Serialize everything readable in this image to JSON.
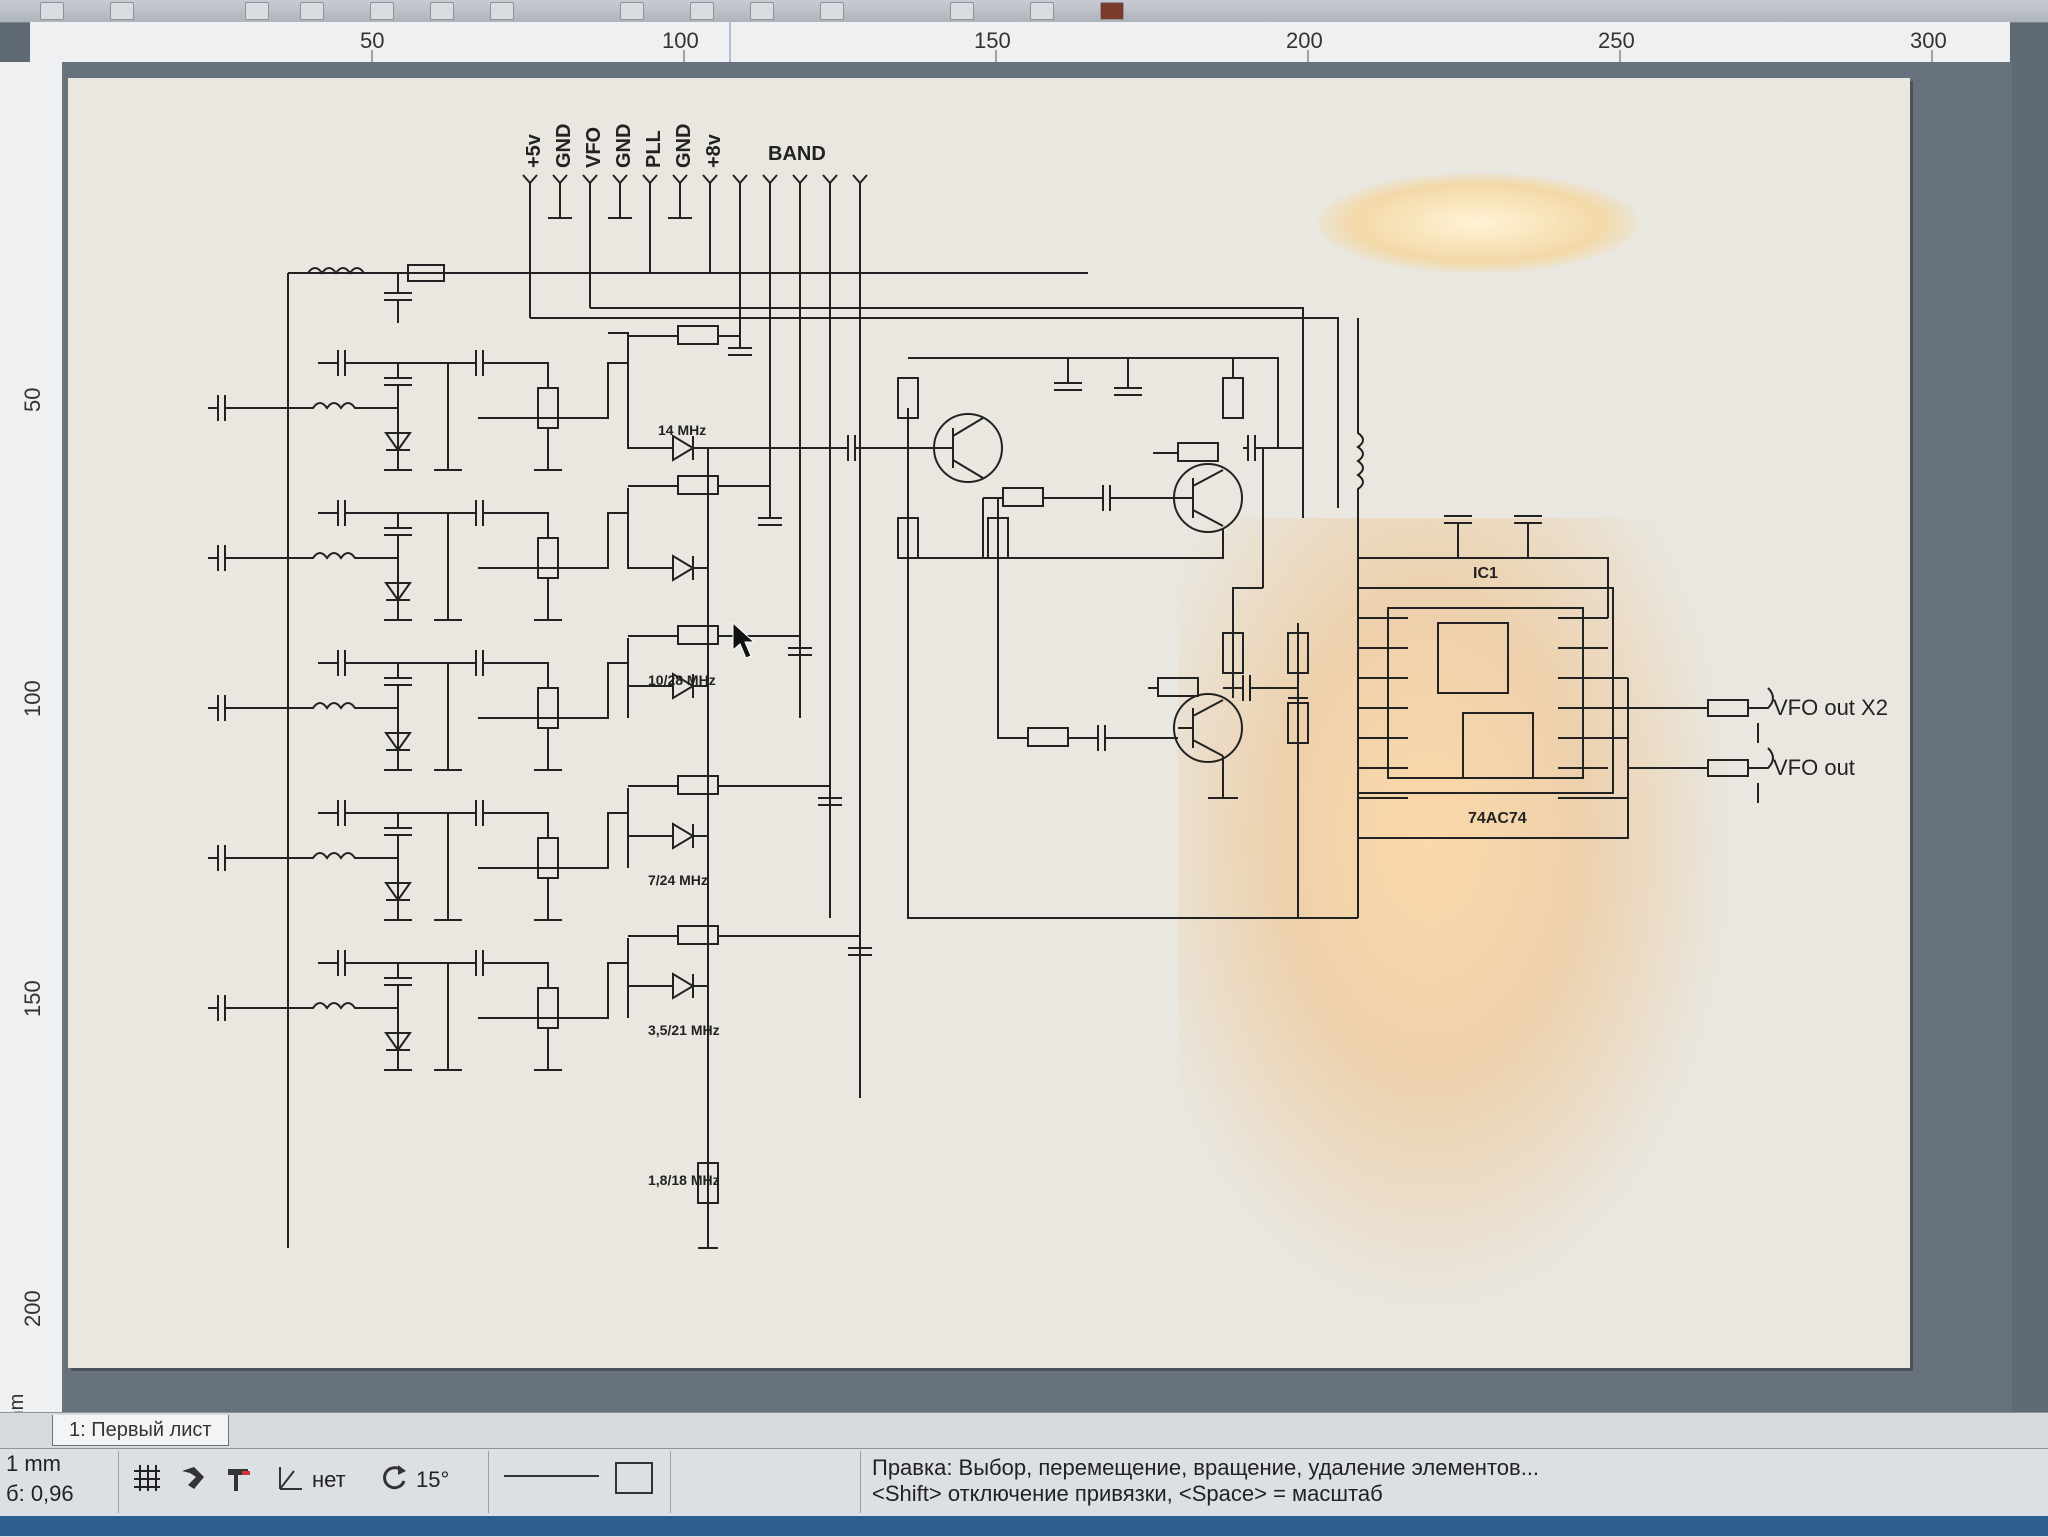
{
  "ruler": {
    "top_labels": [
      "50",
      "100",
      "150",
      "200",
      "250",
      "300"
    ],
    "left_labels": [
      "50",
      "100",
      "150",
      "200"
    ],
    "unit": "mm"
  },
  "schematic": {
    "connector_labels": [
      "+5v",
      "GND",
      "VFO",
      "GND",
      "PLL",
      "GND",
      "+8v"
    ],
    "band_label": "BAND",
    "band_freqs": [
      "14 MHz",
      "10/28 MHz",
      "7/24 MHz",
      "3,5/21 MHz",
      "1,8/18 MHz"
    ],
    "ic_name": "IC1",
    "ic_part": "74AC74",
    "out_x2": "VFO out X2",
    "out": "VFO out"
  },
  "tabs": {
    "sheet1": "1: Первый лист"
  },
  "status": {
    "grid_size": "1 mm",
    "zoom": "б:  0,96",
    "snap_label": "нет",
    "rotation": "15°",
    "hint_line1": "Правка: Выбор, перемещение, вращение, удаление элементов...",
    "hint_line2": "<Shift> отключение привязки, <Space> = масштаб"
  },
  "colors": {
    "sheet": "#e9e7e0",
    "ink": "#222222",
    "background": "#68727c"
  },
  "icons": [
    "grid-icon",
    "magnet-icon",
    "pin-icon",
    "angle-icon",
    "rotate-icon",
    "line-style-icon",
    "rectangle-icon"
  ]
}
